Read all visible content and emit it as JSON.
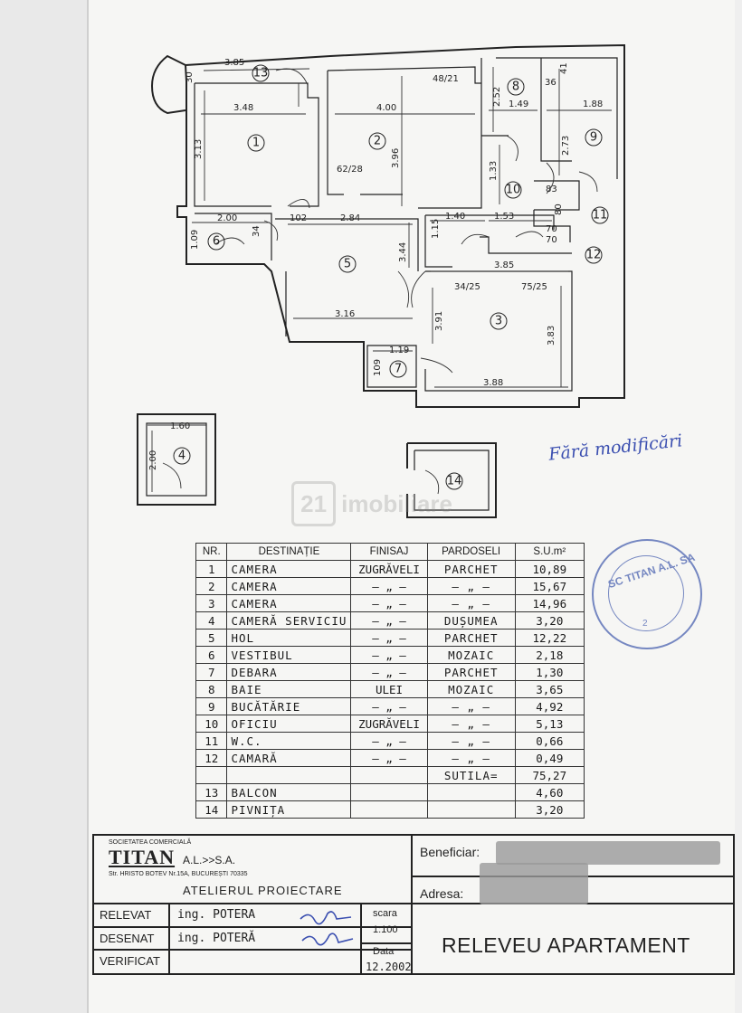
{
  "plan": {
    "rooms": [
      {
        "num": "1"
      },
      {
        "num": "2"
      },
      {
        "num": "3"
      },
      {
        "num": "4"
      },
      {
        "num": "5"
      },
      {
        "num": "6"
      },
      {
        "num": "7"
      },
      {
        "num": "8"
      },
      {
        "num": "9"
      },
      {
        "num": "10"
      },
      {
        "num": "11"
      },
      {
        "num": "12"
      },
      {
        "num": "13"
      },
      {
        "num": "14"
      }
    ],
    "dims": [
      "3.85",
      "30",
      "3.48",
      "3.13",
      "4.00",
      "3.96",
      "62/28",
      "48/21",
      "2.52",
      "1.49",
      "36",
      "41",
      "1.88",
      "2.73",
      "1.33",
      "83",
      "80",
      "70",
      "70",
      "2.00",
      "1.09",
      "34",
      "102",
      "2.84",
      "1.40",
      "1.53",
      "1.15",
      "3.44",
      "34/25",
      "3.85",
      "75/25",
      "3.16",
      "3.91",
      "3.83",
      "1.19",
      "109",
      "3.88",
      "1.60",
      "2.00"
    ]
  },
  "watermark": {
    "box": "21",
    "text": "imobiliare"
  },
  "table": {
    "headers": [
      "NR.",
      "DESTINAȚIE",
      "FINISAJ",
      "PARDOSELI",
      "S.U.m²"
    ],
    "rows": [
      [
        "1",
        "CAMERA",
        "ZUGRĂVELI",
        "PARCHET",
        "10,89"
      ],
      [
        "2",
        "CAMERA",
        "— „ —",
        "— „ —",
        "15,67"
      ],
      [
        "3",
        "CAMERA",
        "— „ —",
        "— „ —",
        "14,96"
      ],
      [
        "4",
        "CAMERĂ SERVICIU",
        "— „ —",
        "DUȘUMEA",
        "3,20"
      ],
      [
        "5",
        "HOL",
        "— „ —",
        "PARCHET",
        "12,22"
      ],
      [
        "6",
        "VESTIBUL",
        "— „ —",
        "MOZAIC",
        "2,18"
      ],
      [
        "7",
        "DEBARA",
        "— „ —",
        "PARCHET",
        "1,30"
      ],
      [
        "8",
        "BAIE",
        "ULEI",
        "MOZAIC",
        "3,65"
      ],
      [
        "9",
        "BUCĂTĂRIE",
        "— „ —",
        "— „ —",
        "4,92"
      ],
      [
        "10",
        "OFICIU",
        "ZUGRĂVELI",
        "— „ —",
        "5,13"
      ],
      [
        "11",
        "W.C.",
        "— „ —",
        "— „ —",
        "0,66"
      ],
      [
        "12",
        "CAMARĂ",
        "— „ —",
        "— „ —",
        "0,49"
      ]
    ],
    "total_label": "SUTILA=",
    "total_value": "75,27",
    "extra": [
      [
        "13",
        "BALCON",
        "4,60"
      ],
      [
        "14",
        "PIVNIȚA",
        "3,20"
      ]
    ]
  },
  "stamp": {
    "text": "SC TITAN A.L. SA",
    "num": "2"
  },
  "handwritten": "Fără modificări",
  "titleblock": {
    "company_small": "SOCIETATEA COMERCIALĂ",
    "company_brand": "TITAN",
    "company_suffix": "A.L.>>S.A.",
    "company_address": "Str. HRISTO BOTEV Nr.15A, BUCUREȘTI 70335",
    "workshop": "ATELIERUL   PROIECTARE",
    "beneficiar_label": "Beneficiar:",
    "adresa_label": "Adresa:",
    "releveat_label": "RELEVAT",
    "releveat_value": "ing. POTERA",
    "desenat_label": "DESENAT",
    "desenat_value": "ing. POTERĂ",
    "verificat_label": "VERIFICAT",
    "scara_label": "scara",
    "scara_value": "1:100",
    "data_label": "Data",
    "data_value": "12.2002",
    "title": "RELEVEU APARTAMENT"
  }
}
